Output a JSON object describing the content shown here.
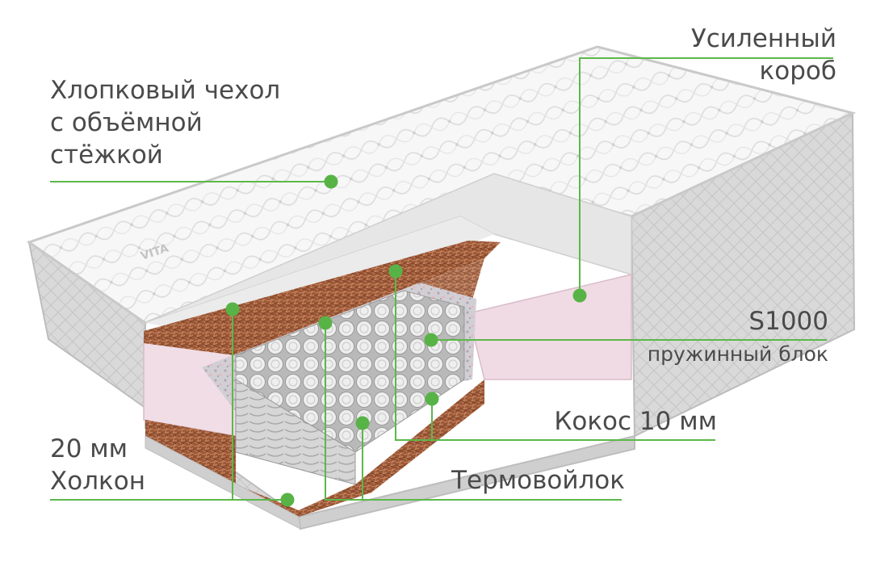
{
  "labels": {
    "cotton_cover": [
      "Хлопковый чехол",
      "с объёмной",
      "стёжкой"
    ],
    "reinforced_box": [
      "Усиленный",
      "короб"
    ],
    "spring_block": {
      "name": "S1000",
      "desc": "пружинный блок"
    },
    "coconut": "Кокос 10 мм",
    "holkon": [
      "20 мм",
      "Холкон"
    ],
    "thermofelt": "Термовойлок"
  },
  "logo_text": "VITA",
  "colors": {
    "leader_line": "#5cb84a",
    "dot": "#58b347",
    "text": "#4a4a4a",
    "foam_pink": "#f1dde6",
    "coconut": "#9c5a3c",
    "cover": "#f4f4f4",
    "side_fabric": "#d8d8d8"
  }
}
